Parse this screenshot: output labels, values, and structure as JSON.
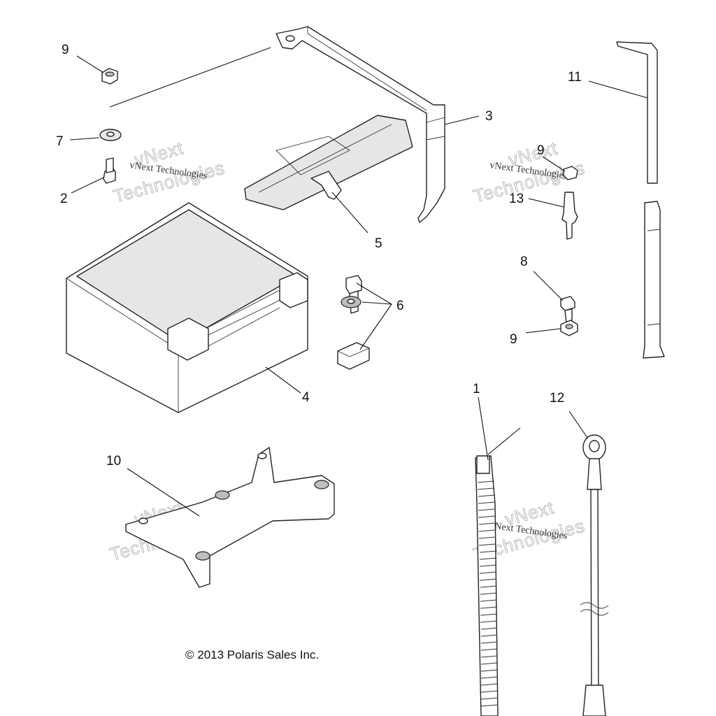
{
  "callouts": {
    "c9a": "9",
    "c7": "7",
    "c2": "2",
    "c3": "3",
    "c5": "5",
    "c4": "4",
    "c6": "6",
    "c11": "11",
    "c9b": "9",
    "c13": "13",
    "c8": "8",
    "c9c": "9",
    "c10": "10",
    "c1": "1",
    "c12": "12"
  },
  "watermarks": {
    "big_1": "vNext",
    "big_2": "Technologies",
    "small": "vNext Technologies"
  },
  "copyright": "© 2013 Polaris Sales Inc."
}
